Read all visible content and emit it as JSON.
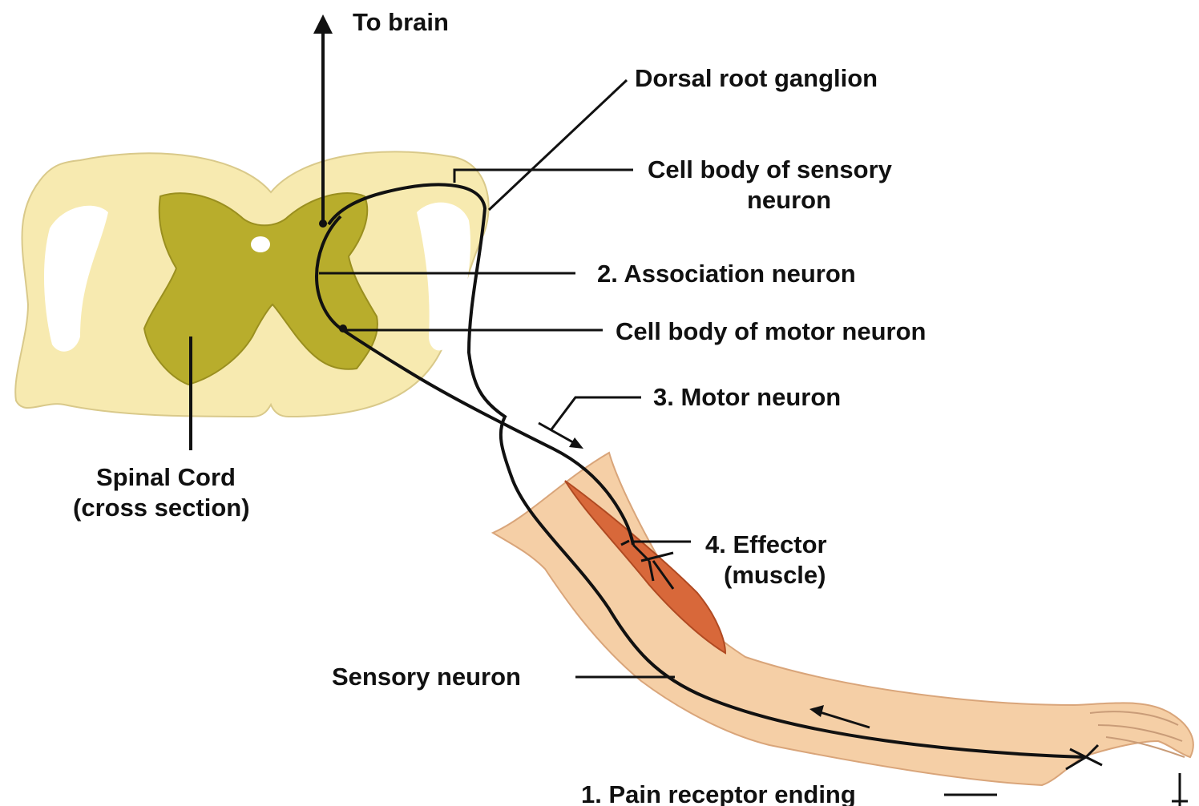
{
  "labels": {
    "to_brain": "To brain",
    "dorsal_root_ganglion": "Dorsal root ganglion",
    "cell_body_sensory_line1": "Cell body of sensory",
    "cell_body_sensory_line2": "neuron",
    "association_neuron": "2. Association neuron",
    "cell_body_motor": "Cell body of motor neuron",
    "motor_neuron": "3. Motor neuron",
    "effector_line1": "4. Effector",
    "effector_line2": "(muscle)",
    "sensory_neuron": "Sensory neuron",
    "pain_receptor": "1. Pain receptor ending",
    "spinal_cord_line1": "Spinal Cord",
    "spinal_cord_line2": "(cross section)"
  },
  "colors": {
    "white_matter": "#f7eab0",
    "gray_matter": "#b8ad2c",
    "skin": "#f5cfa6",
    "muscle": "#d8683a",
    "nerve": "#111111"
  }
}
